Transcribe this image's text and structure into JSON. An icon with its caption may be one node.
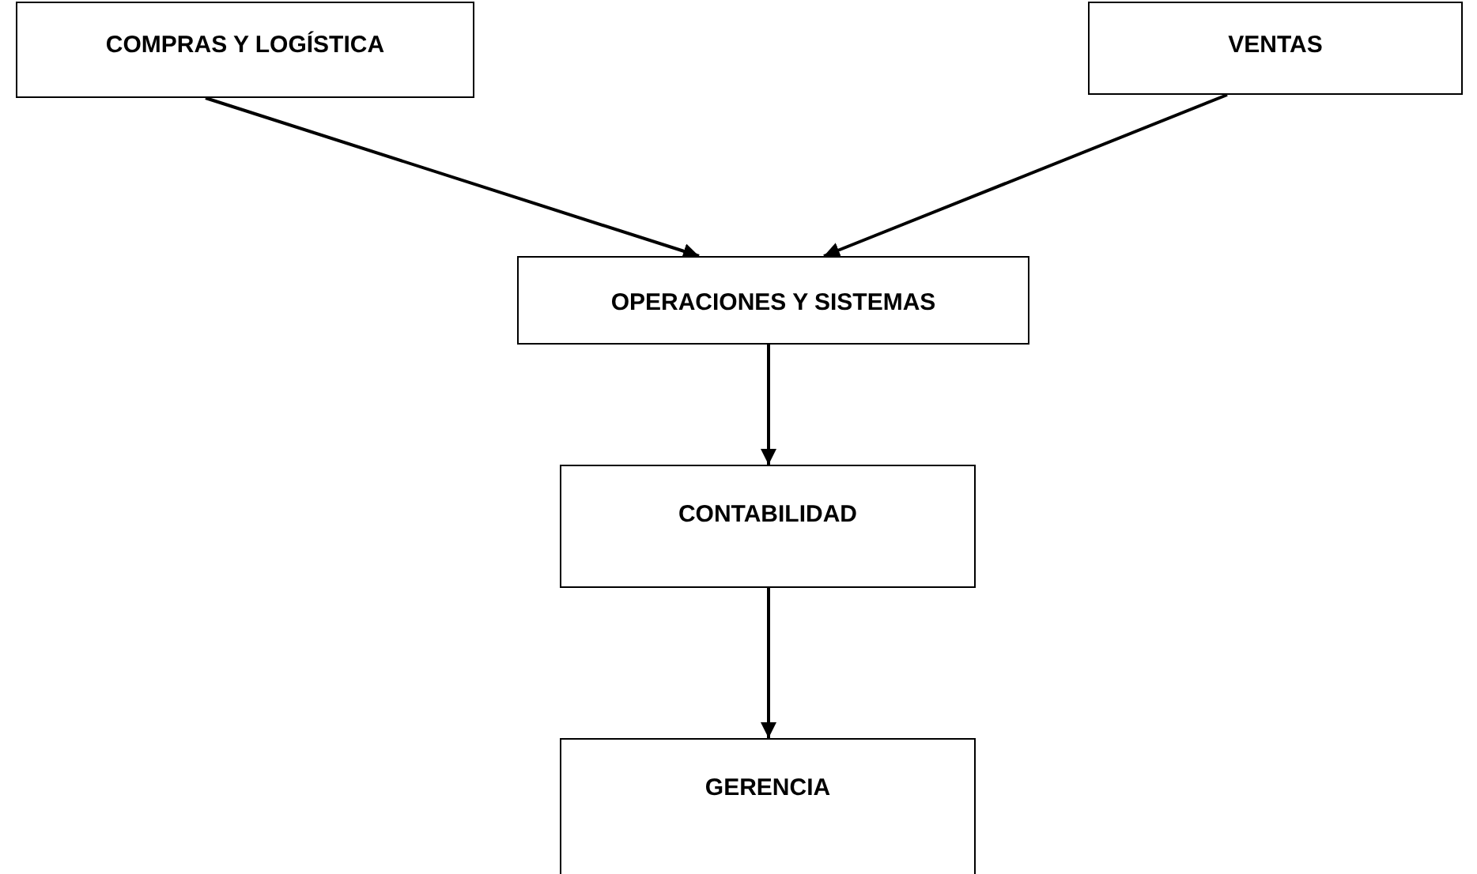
{
  "diagram": {
    "nodes": [
      {
        "text": [
          "COMPRAS Y LOGÍSTICA"
        ]
      },
      {
        "text": [
          "VENTAS"
        ]
      },
      {
        "text": [
          "OPERACIONES Y SISTEMAS"
        ]
      },
      {
        "text": [
          "CONTABILIDAD"
        ]
      },
      {
        "text": [
          "GERENCIA"
        ]
      }
    ],
    "edges": [
      {
        "from": 0,
        "to": 2,
        "arrow": "to"
      },
      {
        "from": 1,
        "to": 2,
        "arrow": "to"
      },
      {
        "from": 2,
        "to": 3,
        "arrow": "to"
      },
      {
        "from": 3,
        "to": 4,
        "arrow": "to"
      }
    ]
  }
}
